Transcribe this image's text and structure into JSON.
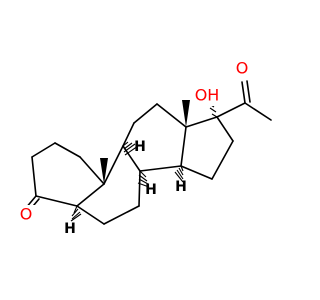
{
  "molecule": {
    "atoms": {
      "ketone_o": "O",
      "hydroxyl": "OH",
      "acetyl_o": "O",
      "h_c5": "H",
      "h_c8": "H",
      "h_c9": "H",
      "h_c14": "H"
    }
  },
  "colors": {
    "ketone_o": "#ff0000",
    "hydroxyl": "#ff0000",
    "acetyl_o": "#ff0000",
    "bond": "#000000",
    "hydrogen": "#000000"
  }
}
